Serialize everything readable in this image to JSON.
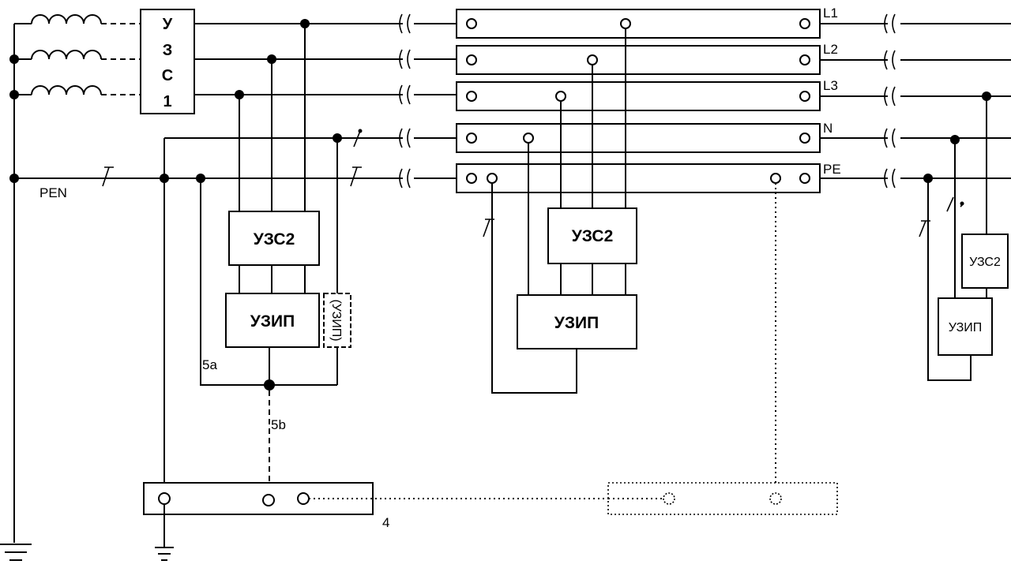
{
  "phases": [
    "L1",
    "L2",
    "L3"
  ],
  "neutral": "N",
  "pe": "PE",
  "pen": "PEN",
  "uzs1": [
    "У",
    "З",
    "С",
    "1"
  ],
  "uzs2": "УЗС2",
  "uzip": "УЗИП",
  "uzip_optional": "(УЗИП)",
  "conductor_5a": "5a",
  "conductor_5b": "5b",
  "earthing_bar": "4"
}
